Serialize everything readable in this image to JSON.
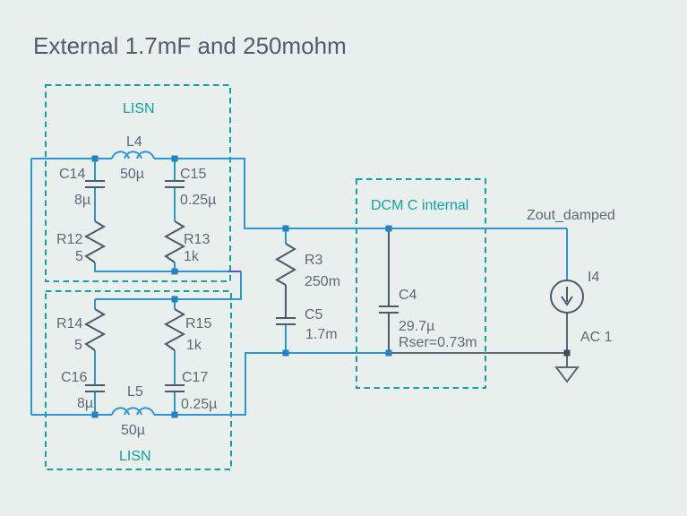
{
  "title": "External 1.7mF and 250mohm",
  "boxes": {
    "lisn_top": {
      "label": "LISN"
    },
    "lisn_bottom": {
      "label": "LISN"
    },
    "dcm": {
      "label": "DCM C internal"
    }
  },
  "nets": {
    "zout": {
      "label": "Zout_damped"
    }
  },
  "components": {
    "L4": {
      "ref": "L4",
      "value": "50µ"
    },
    "C14": {
      "ref": "C14",
      "value": "8µ"
    },
    "C15": {
      "ref": "C15",
      "value": "0.25µ"
    },
    "R12": {
      "ref": "R12",
      "value": "5"
    },
    "R13": {
      "ref": "R13",
      "value": "1k"
    },
    "R14": {
      "ref": "R14",
      "value": "5"
    },
    "R15": {
      "ref": "R15",
      "value": "1k"
    },
    "C16": {
      "ref": "C16",
      "value": "8µ"
    },
    "C17": {
      "ref": "C17",
      "value": "0.25µ"
    },
    "L5": {
      "ref": "L5",
      "value": "50µ"
    },
    "R3": {
      "ref": "R3",
      "value": "250m"
    },
    "C5": {
      "ref": "C5",
      "value": "1.7m"
    },
    "C4": {
      "ref": "C4",
      "value": "29.7µ",
      "value2": "Rser=0.73m"
    },
    "I4": {
      "ref": "I4",
      "value": "AC 1"
    }
  },
  "colors": {
    "background": "#e9efed",
    "wire_blue": "#2e97d1",
    "junction_blue": "#1f83c4",
    "ground_gray": "#5d6974",
    "symbol_dark": "#4c5b69",
    "label_gray": "#5d6a76",
    "group_teal": "#14a4a0",
    "title_slate": "#4e5d6d",
    "accent_purple": "#5c51cc"
  }
}
